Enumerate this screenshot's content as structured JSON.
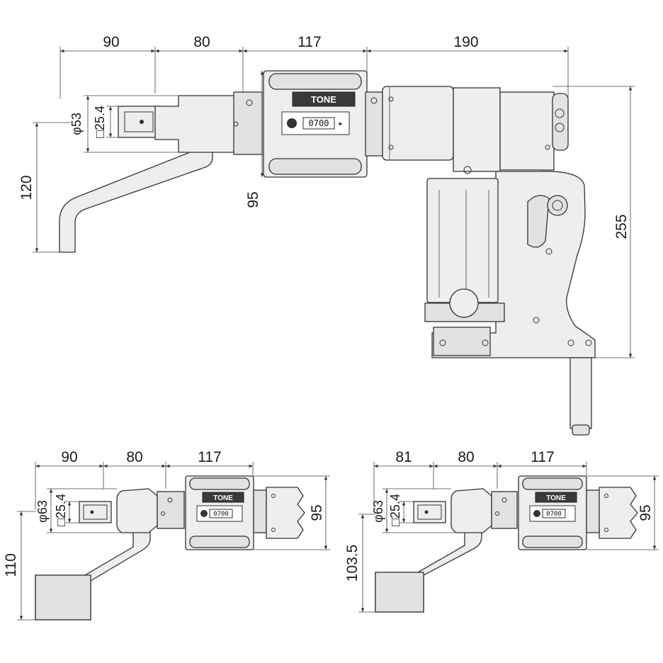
{
  "brand": "TONE",
  "counter_reading": "0700",
  "main_view": {
    "top_dims": [
      "90",
      "80",
      "117",
      "190"
    ],
    "phi_label": "φ53",
    "square_label": "□25.4",
    "left_height": "120",
    "body_height": "95",
    "total_height": "255"
  },
  "view_a": {
    "top_dims": [
      "90",
      "80",
      "117"
    ],
    "phi_label": "φ63",
    "square_label": "□25.4",
    "left_height": "110",
    "right_height": "95"
  },
  "view_b": {
    "top_dims": [
      "81",
      "80",
      "117"
    ],
    "phi_label": "φ63",
    "square_label": "□25.4",
    "left_height": "103.5",
    "right_height": "95"
  }
}
